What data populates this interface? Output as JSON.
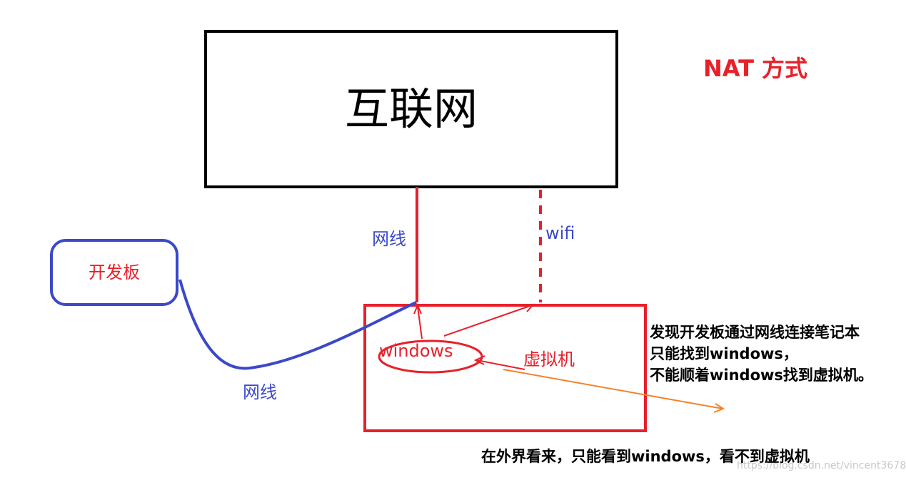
{
  "title": "NAT 方式",
  "internet_label": "互联网",
  "cable_label_top": "网线",
  "wifi_label": "wifi",
  "devboard_label": "开发板",
  "cable_label_bottom": "网线",
  "windows_label": "windows",
  "vm_label": "虚拟机",
  "note_lines": [
    "发现开发板通过网线连接笔记本",
    "只能找到windows，",
    "不能顺着windows找到虚拟机。"
  ],
  "bottom_note": "在外界看来，只能看到windows，看不到虚拟机",
  "watermark": "https://blog.csdn.net/vincent3678",
  "colors": {
    "red": "#e8202a",
    "blue": "#3b49c8",
    "black": "#000000",
    "orange": "#f5822a",
    "watermark": "#c8c8c8"
  }
}
